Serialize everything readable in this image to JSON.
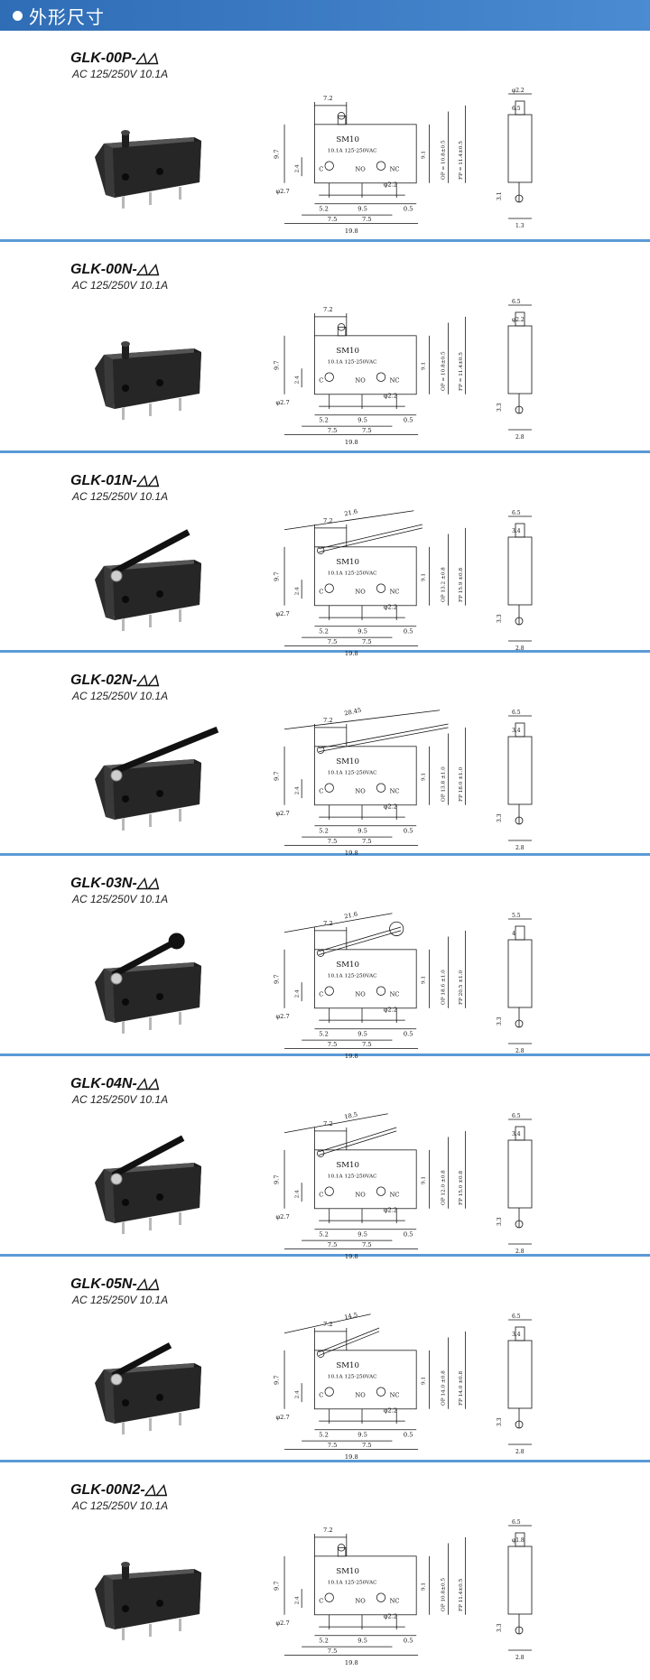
{
  "header": {
    "title": "外形尺寸"
  },
  "common_spec": "AC 125/250V 10.1A",
  "drawing": {
    "brand": "SM10",
    "rating": "10.1A 125-250VAC",
    "terminals": {
      "c": "C",
      "no": "NO",
      "nc": "NC"
    }
  },
  "sections": [
    {
      "model": "GLK-00P-△△",
      "spec": "AC 125/250V 10.1A",
      "lever": "none",
      "dims": {
        "top": "7.2",
        "height": "9.7",
        "d1": "2.4",
        "hole_l": "φ2.7",
        "hole_r": "φ2.2",
        "h2": "9.1",
        "op": "OP = 10.8±0.5",
        "fp": "FP = 11.4±0.5",
        "b1": "5.2",
        "b2": "9.5",
        "b3": "0.5",
        "p1": "7.5",
        "p2": "7.5",
        "w": "19.8",
        "lever_len": "",
        "side_top": "φ2.2",
        "side_w": "6.5",
        "side_h": "3.1",
        "side_b": "1.3"
      }
    },
    {
      "model": "GLK-00N-△△",
      "spec": "AC 125/250V 10.1A",
      "lever": "none",
      "dims": {
        "top": "7.2",
        "height": "9.7",
        "d1": "2.4",
        "hole_l": "φ2.7",
        "hole_r": "φ2.2",
        "h2": "9.1",
        "op": "OP = 10.8±0.5",
        "fp": "FP = 11.4±0.5",
        "b1": "5.2",
        "b2": "9.5",
        "b3": "0.5",
        "p1": "7.5",
        "p2": "7.5",
        "w": "19.8",
        "lever_len": "",
        "side_top": "6.5",
        "side_w": "φ2.2",
        "side_h": "3.3",
        "side_b": "2.8"
      }
    },
    {
      "model": "GLK-01N-△△",
      "spec": "AC 125/250V 10.1A",
      "lever": "long",
      "dims": {
        "top": "7.2",
        "height": "9.7",
        "d1": "2.4",
        "hole_l": "φ2.7",
        "hole_r": "φ2.2",
        "h2": "9.1",
        "op": "OP 13.2 ±0.8",
        "fp": "FP 15.9 ±0.8",
        "b1": "5.2",
        "b2": "9.5",
        "b3": "0.5",
        "p1": "7.5",
        "p2": "7.5",
        "w": "19.8",
        "lever_len": "21.6",
        "side_top": "6.5",
        "side_w": "3.4",
        "side_h": "3.3",
        "side_b": "2.8"
      }
    },
    {
      "model": "GLK-02N-△△",
      "spec": "AC 125/250V 10.1A",
      "lever": "xlong",
      "dims": {
        "top": "7.2",
        "height": "9.7",
        "d1": "2.4",
        "hole_l": "φ2.7",
        "hole_r": "φ2.2",
        "h2": "9.1",
        "op": "OP 13.8 ±1.0",
        "fp": "FP 18.0 ±1.0",
        "b1": "5.2",
        "b2": "9.5",
        "b3": "0.5",
        "p1": "7.5",
        "p2": "7.5",
        "w": "19.8",
        "lever_len": "28.45",
        "side_top": "6.5",
        "side_w": "3.4",
        "side_h": "3.3",
        "side_b": "2.8"
      }
    },
    {
      "model": "GLK-03N-△△",
      "spec": "AC 125/250V 10.1A",
      "lever": "roller",
      "dims": {
        "top": "7.2",
        "height": "9.7",
        "d1": "2.4",
        "hole_l": "φ2.7",
        "hole_r": "φ2.2",
        "h2": "9.1",
        "op": "OP 18.6 ±1.0",
        "fp": "FP 20.5 ±1.0",
        "b1": "5.2",
        "b2": "9.5",
        "b3": "0.5",
        "p1": "7.5",
        "p2": "7.5",
        "w": "19.8",
        "lever_len": "21.6",
        "side_top": "5.5",
        "side_w": "4",
        "side_h": "3.3",
        "side_b": "2.8"
      }
    },
    {
      "model": "GLK-04N-△△",
      "spec": "AC 125/250V 10.1A",
      "lever": "medium",
      "dims": {
        "top": "7.2",
        "height": "9.7",
        "d1": "2.4",
        "hole_l": "φ2.7",
        "hole_r": "φ2.2",
        "h2": "9.1",
        "op": "OP 12.0 ±0.8",
        "fp": "FP 15.0 ±0.8",
        "b1": "5.2",
        "b2": "9.5",
        "b3": "0.5",
        "p1": "7.5",
        "p2": "7.5",
        "w": "19.8",
        "lever_len": "18.5",
        "side_top": "6.5",
        "side_w": "3.4",
        "side_h": "3.3",
        "side_b": "2.8"
      }
    },
    {
      "model": "GLK-05N-△△",
      "spec": "AC 125/250V 10.1A",
      "lever": "short",
      "dims": {
        "top": "7.2",
        "height": "9.7",
        "d1": "2.4",
        "hole_l": "φ2.7",
        "hole_r": "φ2.2",
        "h2": "9.1",
        "op": "OP 14.0 ±0.8",
        "fp": "FP 14.0 ±0.8",
        "b1": "5.2",
        "b2": "9.5",
        "b3": "0.5",
        "p1": "7.5",
        "p2": "7.5",
        "w": "19.8",
        "lever_len": "14.5",
        "side_top": "6.5",
        "side_w": "3.4",
        "side_h": "3.3",
        "side_b": "2.8"
      }
    },
    {
      "model": "GLK-00N2-△△",
      "spec": "AC 125/250V 10.1A",
      "lever": "none",
      "dims": {
        "top": "7.2",
        "height": "9.7",
        "d1": "2.4",
        "hole_l": "φ2.7",
        "hole_r": "φ2.2",
        "h2": "9.1",
        "op": "OP 10.8±0.5",
        "fp": "FP 11.4±0.5",
        "b1": "5.2",
        "b2": "9.5",
        "b3": "0.5",
        "p1": "7.5",
        "p2": "",
        "w": "19.8",
        "lever_len": "",
        "side_top": "6.5",
        "side_w": "φ1.8",
        "side_h": "3.3",
        "side_b": "2.8"
      }
    }
  ]
}
